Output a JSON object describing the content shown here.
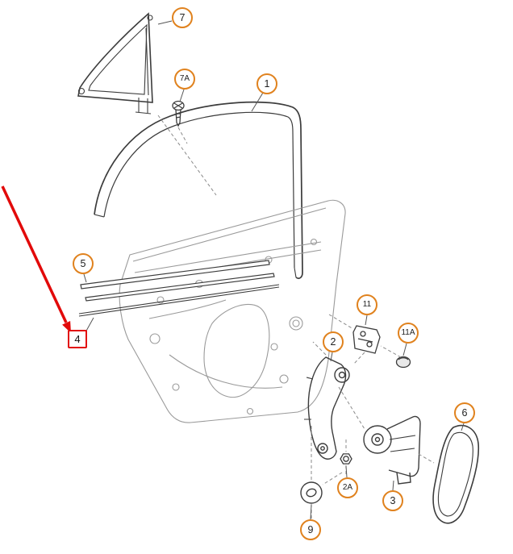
{
  "diagram": {
    "colors": {
      "background": "#ffffff",
      "callout_orange": "#E0821E",
      "highlight_red": "#E20A0A",
      "line_dark": "#3c3c3c",
      "line_light": "#9a9a9a"
    },
    "callouts": [
      {
        "label": "7"
      },
      {
        "label": "7A"
      },
      {
        "label": "1"
      },
      {
        "label": "5"
      },
      {
        "label": "4",
        "highlighted": true
      },
      {
        "label": "11"
      },
      {
        "label": "11A"
      },
      {
        "label": "2"
      },
      {
        "label": "2A"
      },
      {
        "label": "3"
      },
      {
        "label": "6"
      },
      {
        "label": "9"
      }
    ]
  }
}
